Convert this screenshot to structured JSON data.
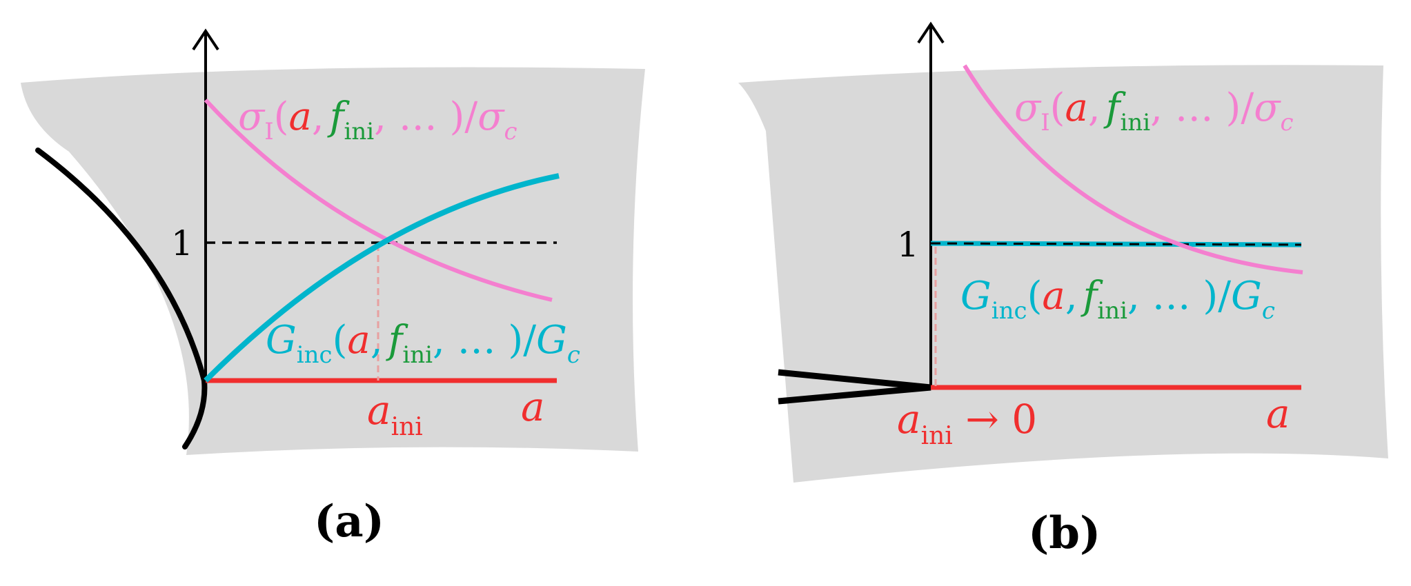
{
  "colors": {
    "pink": "#f47fcf",
    "red": "#f02e2e",
    "green": "#1a9a3a",
    "cyan": "#00b5cc",
    "gray_region": "#d9d9d9",
    "black": "#000000",
    "dashed_red": "#e8a0a0"
  },
  "panel_a": {
    "caption": "(a)",
    "y_tick_one": "1",
    "sigma": {
      "base": "σ",
      "sub": "I",
      "open": "(",
      "a": "a",
      "comma": ",",
      "f": "f",
      "fsub": "ini",
      "rest": ", … )/",
      "sigma_c": "σ",
      "c": "c"
    },
    "ginc": {
      "base": "G",
      "sub": "inc",
      "open": "(",
      "a": "a",
      "comma": ",",
      "f": "f",
      "fsub": "ini",
      "rest": ", … )/",
      "G": "G",
      "c": "c"
    },
    "a_ini": {
      "a": "a",
      "sub": "ini"
    },
    "x_label": "a"
  },
  "panel_b": {
    "caption": "(b)",
    "y_tick_one": "1",
    "sigma": {
      "base": "σ",
      "sub": "I",
      "open": "(",
      "a": "a",
      "comma": ",",
      "f": "f",
      "fsub": "ini",
      "rest": ", … )/",
      "sigma_c": "σ",
      "c": "c"
    },
    "ginc": {
      "base": "G",
      "sub": "inc",
      "open": "(",
      "a": "a",
      "comma": ",",
      "f": "f",
      "fsub": "ini",
      "rest": ", … )/",
      "G": "G",
      "c": "c"
    },
    "a_ini": {
      "a": "a",
      "sub": "ini",
      "arrow": " → 0"
    },
    "x_label": "a"
  }
}
